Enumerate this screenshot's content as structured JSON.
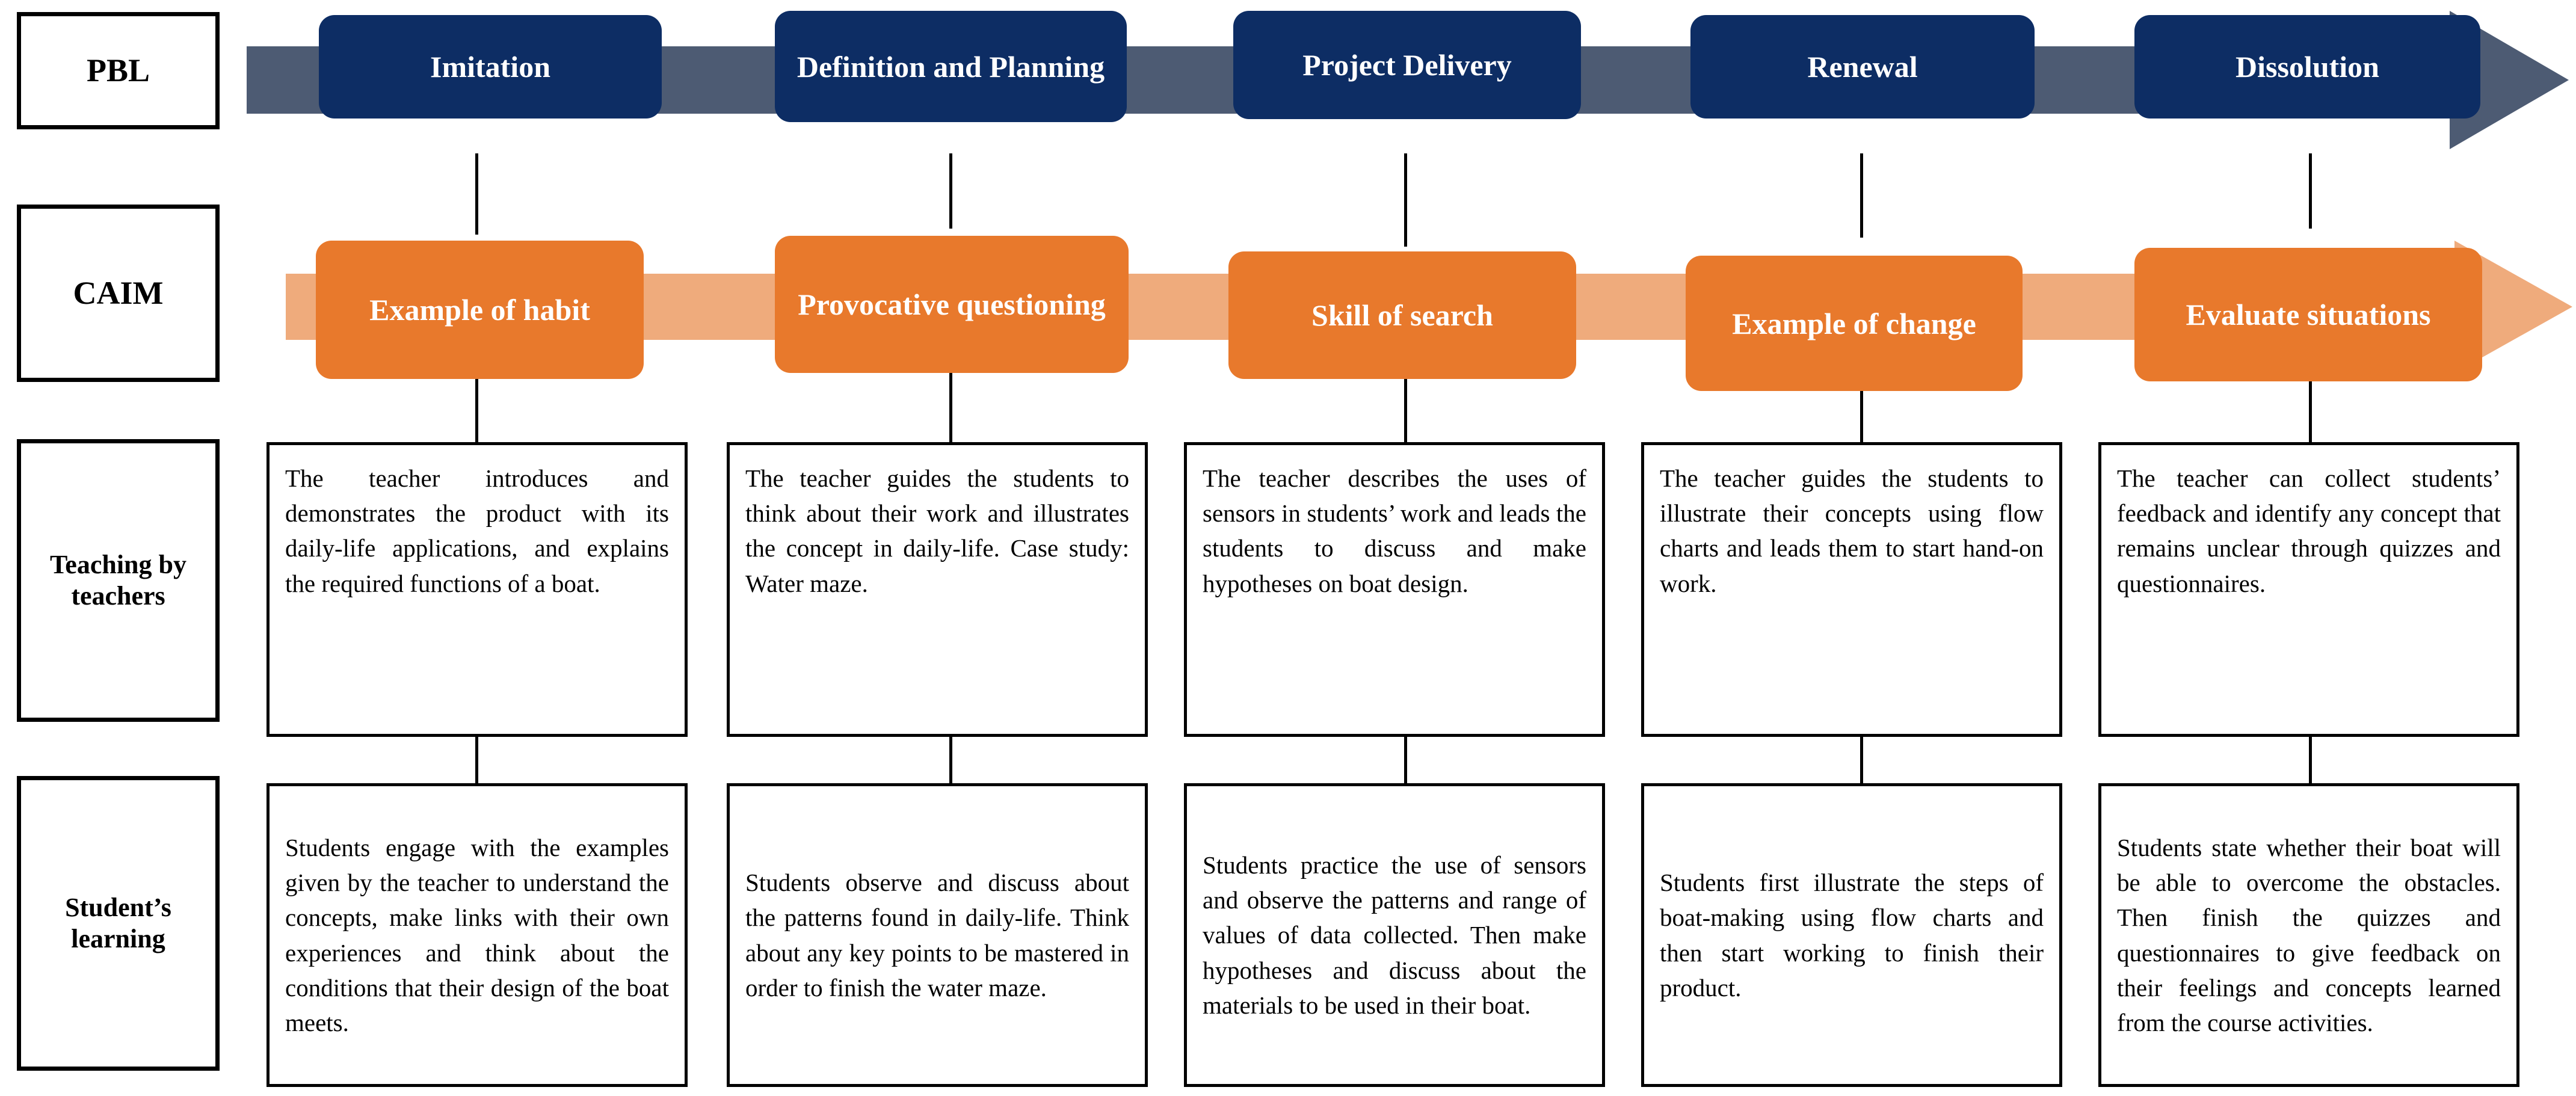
{
  "row_labels": [
    {
      "id": "pbl",
      "text": "PBL"
    },
    {
      "id": "caim",
      "text": "CAIM"
    },
    {
      "id": "teaching",
      "text": "Teaching by teachers"
    },
    {
      "id": "student",
      "text": "Student’s learning"
    }
  ],
  "pbl_stages": [
    {
      "label": "Imitation"
    },
    {
      "label": "Definition and Planning"
    },
    {
      "label": "Project Delivery"
    },
    {
      "label": "Renewal"
    },
    {
      "label": "Dissolution"
    }
  ],
  "caim_stages": [
    {
      "label": "Example of habit"
    },
    {
      "label": "Provocative questioning"
    },
    {
      "label": "Skill of search"
    },
    {
      "label": "Example of change"
    },
    {
      "label": "Evaluate situations"
    }
  ],
  "teaching_by_teachers": [
    "The teacher introduces and demonstrates the product with its daily-life applications, and explains the required functions of a boat.",
    "The teacher guides the students to think about their work and illustrates the concept in daily-life. Case study: Water maze.",
    "The teacher describes the uses of sensors in students’ work and leads the students to discuss and make hypotheses on boat design.",
    "The teacher guides the students to illustrate their concepts using flow charts and leads them to start hand-on work.",
    "The teacher can collect students’ feedback and identify any concept that remains unclear through quizzes and questionnaires."
  ],
  "students_learning": [
    "Students engage with the examples given by the teacher to understand the concepts, make links with their own experiences and think about the conditions that their design of the boat meets.",
    "Students observe and discuss about the patterns found in daily-life. Think about any key points to be mastered in order to finish the water maze.",
    "Students practice the use of sensors and observe the patterns and range of values of data collected. Then make hypotheses and discuss about the materials to be used in their boat.",
    "Students first illustrate the steps of boat-making using flow charts and then start working to finish their product.",
    "Students state whether their boat will be able to overcome the obstacles. Then finish the quizzes and questionnaires to give feedback on their feelings and concepts learned from the course activities."
  ],
  "colors": {
    "pbl_chip": "#0d2d64",
    "pbl_band": "#4d5b73",
    "caim_chip": "#e8792c",
    "caim_band": "#efab7c",
    "border": "#000000",
    "background": "#ffffff",
    "chip_text": "#ffffff"
  }
}
